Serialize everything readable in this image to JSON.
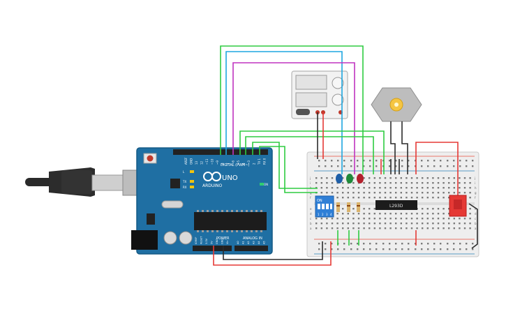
{
  "arduino": {
    "brand": "ARDUINO",
    "model": "UNO",
    "digital_label": "DIGITAL (PWM~)",
    "power_label": "POWER",
    "analog_label": "ANALOG IN",
    "top_pins": [
      "AREF",
      "GND",
      "13",
      "12",
      "~11",
      "~10",
      "~9",
      "8",
      "7",
      "~6",
      "~5",
      "4",
      "~3",
      "2",
      "TX 1",
      "RX 0"
    ],
    "power_pins": [
      "IOREF",
      "RESET",
      "3.3V",
      "5V",
      "GND",
      "GND",
      "Vin"
    ],
    "analog_pins": [
      "A0",
      "A1",
      "A2",
      "A3",
      "A4",
      "A5"
    ],
    "leds": [
      "L",
      "TX",
      "RX"
    ],
    "on_label": "ON"
  },
  "power_supply": {
    "display_top": "",
    "display_bottom": ""
  },
  "dip_switch": {
    "on_label": "ON",
    "numbers": [
      "1",
      "2",
      "3",
      "4"
    ]
  },
  "ic": {
    "label": "L293D"
  },
  "breadboard": {
    "row_letters_top": [
      "j",
      "i",
      "h",
      "g",
      "f"
    ],
    "row_letters_bottom": [
      "e",
      "d",
      "c",
      "b",
      "a"
    ]
  }
}
